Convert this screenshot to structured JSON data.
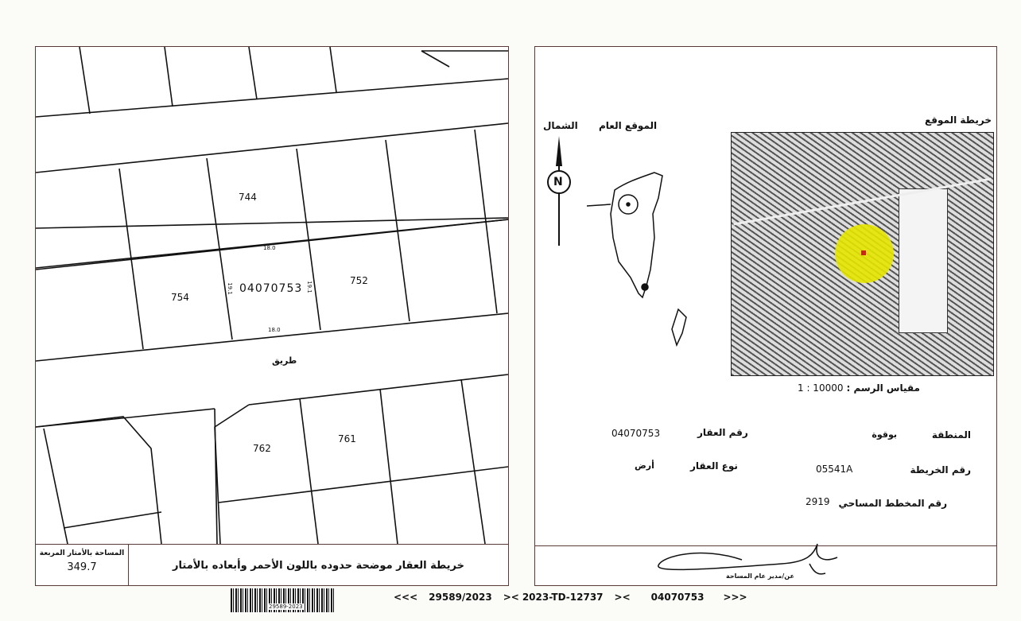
{
  "parcel_map": {
    "plots": [
      {
        "id": "744"
      },
      {
        "id": "754"
      },
      {
        "id": "752"
      },
      {
        "id": "762"
      },
      {
        "id": "761"
      }
    ],
    "subject_plot": "04070753",
    "dimensions": {
      "top": "18.0",
      "bottom": "18.0",
      "left": "19.1",
      "right": "19.1"
    },
    "road_label": "طريق"
  },
  "footer_left": {
    "area_label": "المساحة بالأمتار المربعة",
    "area_value": "349.7",
    "caption": "خريطة العقار موضحة حدوده باللون الأحمر وأبعاده بالأمتار"
  },
  "location": {
    "site_map_title": "خريطة الموقع",
    "general_location_title": "الموقع العام",
    "north_title": "الشمال",
    "north_letter": "N",
    "scale_label": "مقياس الرسم :",
    "scale_value": "1 : 10000"
  },
  "info": {
    "region_label": "المنطقة",
    "region_value": "بوقوة",
    "property_no_label": "رقم العقار",
    "property_no_value": "04070753",
    "map_no_label": "رقم الخريطة",
    "map_no_value": "05541A",
    "property_type_label": "نوع العقار",
    "property_type_value": "أرض",
    "survey_plan_label": "رقم المخطط المساحي",
    "survey_plan_value": "2919"
  },
  "signature_caption": "عن/مدير عام المساحة",
  "barcode_text": "29589-2023",
  "reference_line": {
    "open": "<<<",
    "ref1": "29589/2023",
    "sep1": "><",
    "ref2": "2023-TD-12737",
    "sep2": "><",
    "ref3": "04070753",
    "close": ">>>"
  },
  "colors": {
    "frame": "#5a3a36",
    "highlight": "#e6e600",
    "marker": "#cc2222"
  }
}
